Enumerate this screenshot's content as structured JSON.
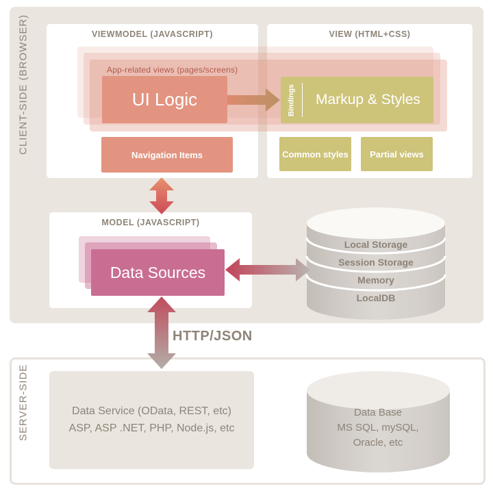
{
  "client": {
    "label": "CLIENT-SIDE (BROWSER)",
    "viewmodel": {
      "title": "VIEWMODEL (JAVASCRIPT)",
      "app_views_label": "App-related views (pages/screens)",
      "ui_logic_label": "UI Logic",
      "navigation_label": "Navigation Items"
    },
    "view": {
      "title": "VIEW (HTML+CSS)",
      "bindings_label": "Bindings",
      "markup_label": "Markup & Styles",
      "common_styles_label": "Common styles",
      "partial_views_label": "Partial views"
    },
    "model": {
      "title": "MODEL (JAVASCRIPT)",
      "data_sources_label": "Data Sources"
    },
    "client_storage": {
      "layers": [
        "Local Storage",
        "Session Storage",
        "Memory",
        "LocalDB"
      ]
    }
  },
  "transport_label": "HTTP/JSON",
  "server": {
    "label": "SERVER-SIDE",
    "data_service": {
      "line1": "Data Service (OData, REST, etc)",
      "line2": "ASP, ASP .NET, PHP, Node.js, etc"
    },
    "database": {
      "line1": "Data Base",
      "line2": "MS SQL, mySQL,",
      "line3": "Oracle, etc"
    }
  },
  "colors": {
    "salmon": "#E29480",
    "olive": "#CDC379",
    "pink": "#C96D92",
    "beige_panel": "#EAE5DF",
    "muted_text": "#8E8478",
    "accent_orange": "#E8926E",
    "accent_red": "#CC4A57",
    "gray_arrow": "#B5B0AB"
  }
}
